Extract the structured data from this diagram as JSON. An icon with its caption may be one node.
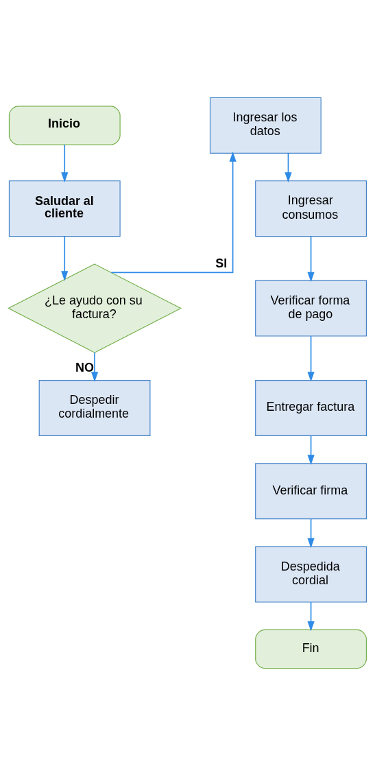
{
  "diagram": {
    "nodes": [
      {
        "text": [
          "Inicio"
        ]
      },
      {
        "text": [
          "Saludar al cliente"
        ]
      },
      {
        "text": [
          "¿Le ayudo con su factura?"
        ]
      },
      {
        "text": [
          "Despedir cordialmente"
        ]
      },
      {
        "text": [
          "Ingresar los datos"
        ]
      },
      {
        "text": [
          "Ingresar consumos"
        ]
      },
      {
        "text": [
          "Verificar forma de pago"
        ]
      },
      {
        "text": [
          "Entregar factura"
        ]
      },
      {
        "text": [
          "Verificar firma"
        ]
      },
      {
        "text": [
          "Despedida cordial"
        ]
      },
      {
        "text": [
          "Fin"
        ]
      }
    ],
    "edges": [
      {
        "from": 0,
        "to": 1,
        "arrow": "to"
      },
      {
        "from": 1,
        "to": 2,
        "arrow": "to"
      },
      {
        "from": 2,
        "to": 4,
        "arrow": "to",
        "label": "SI"
      },
      {
        "from": 2,
        "to": 3,
        "arrow": "to",
        "label": "NO"
      },
      {
        "from": 4,
        "to": 5,
        "arrow": "to"
      },
      {
        "from": 5,
        "to": 6,
        "arrow": "to"
      },
      {
        "from": 6,
        "to": 7,
        "arrow": "to"
      },
      {
        "from": 7,
        "to": 8,
        "arrow": "to"
      },
      {
        "from": 8,
        "to": 9,
        "arrow": "to"
      },
      {
        "from": 9,
        "to": 10,
        "arrow": "to"
      }
    ]
  }
}
